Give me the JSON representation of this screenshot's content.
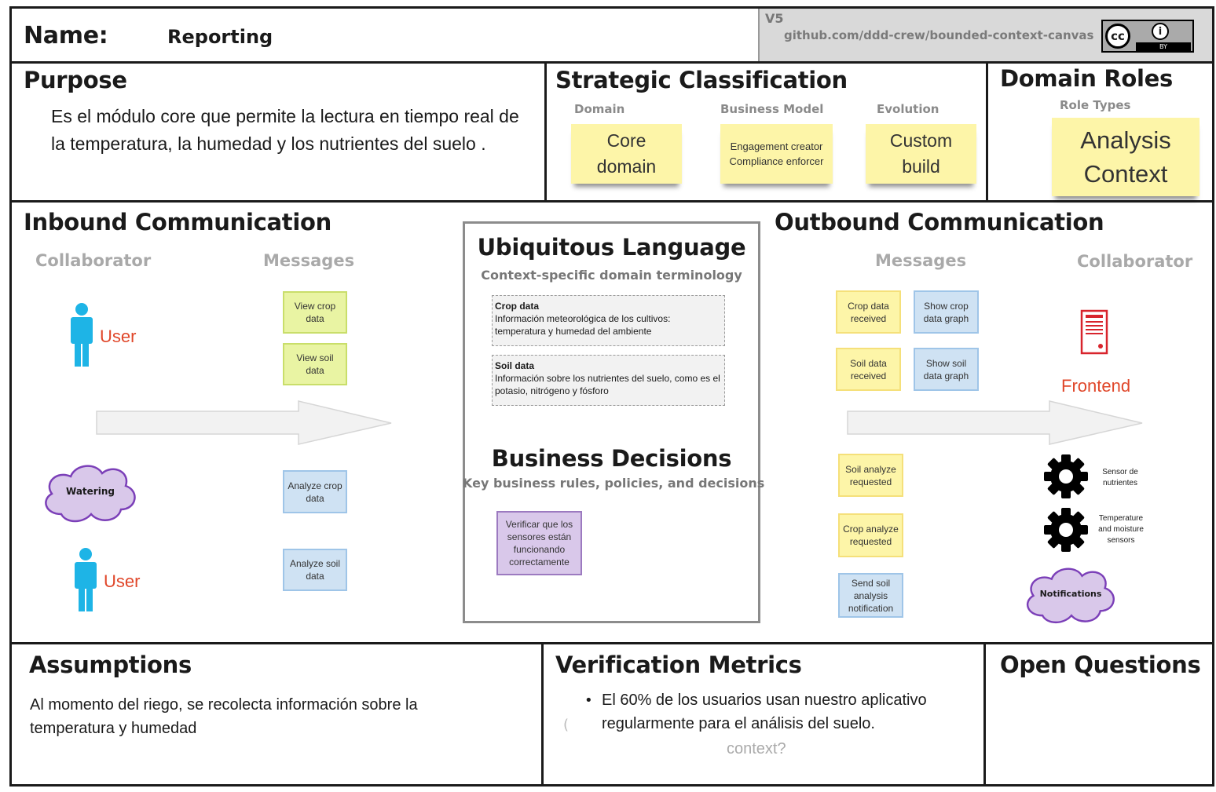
{
  "header": {
    "name_label": "Name:",
    "name_value": "Reporting",
    "version": "V5",
    "url": "github.com/ddd-crew/bounded-context-canvas",
    "license_cc": "cc",
    "license_by": "BY"
  },
  "purpose": {
    "title": "Purpose",
    "text": "Es el módulo core que permite la lectura en tiempo real de la temperatura, la humedad y los nutrientes del suelo ."
  },
  "strategic": {
    "title": "Strategic Classification",
    "domain_label": "Domain",
    "business_model_label": "Business Model",
    "evolution_label": "Evolution",
    "domain_note": "Core domain",
    "business_model_note": "Engagement creator Compliance enforcer",
    "evolution_note": "Custom build"
  },
  "domain_roles": {
    "title": "Domain Roles",
    "role_types_label": "Role Types",
    "role_note": "Analysis Context"
  },
  "inbound": {
    "title": "Inbound Communication",
    "collaborator_label": "Collaborator",
    "messages_label": "Messages",
    "user1": "User",
    "user2": "User",
    "watering": "Watering",
    "messages": [
      "View crop data",
      "View soil data",
      "Analyze crop data",
      "Analyze soil data"
    ]
  },
  "ubiquitous": {
    "title": "Ubiquitous Language",
    "subtitle": "Context-specific domain terminology",
    "terms": [
      {
        "term": "Crop data",
        "definition": "Información meteorológica de los cultivos: temperatura y humedad del ambiente"
      },
      {
        "term": "Soil data",
        "definition": "Información sobre los nutrientes del suelo, como es el potasio, nitrógeno y fósforo"
      }
    ]
  },
  "business_decisions": {
    "title": "Business Decisions",
    "subtitle": "Key business rules, policies, and decisions",
    "note": "Verificar que los sensores están funcionando correctamente"
  },
  "outbound": {
    "title": "Outbound Communication",
    "messages_label": "Messages",
    "collaborator_label": "Collaborator",
    "messages": [
      "Crop data received",
      "Show crop data graph",
      "Soil data received",
      "Show soil data graph",
      "Soil analyze requested",
      "Crop analyze requested",
      "Send soil analysis notification"
    ],
    "frontend": "Frontend",
    "sensor1": "Sensor de nutrientes",
    "sensor2": "Temperature and moisture sensors",
    "notifications": "Notifications"
  },
  "assumptions": {
    "title": "Assumptions",
    "text": "Al momento del riego, se recolecta información sobre la temperatura y humedad"
  },
  "verification": {
    "title": "Verification Metrics",
    "bullet": "El 60% de los usuarios usan nuestro aplicativo regularmente para el análisis del suelo.",
    "paren": "(",
    "faded": "context?"
  },
  "open_questions": {
    "title": "Open Questions"
  },
  "colors": {
    "sticky_yellow": "#fdf5a8",
    "sticky_green": "#e9f4a3",
    "sticky_blue": "#cfe2f3",
    "sticky_purple": "#d9c8ea",
    "person_cyan": "#1eb4e6",
    "accent_orange": "#e0472a"
  }
}
